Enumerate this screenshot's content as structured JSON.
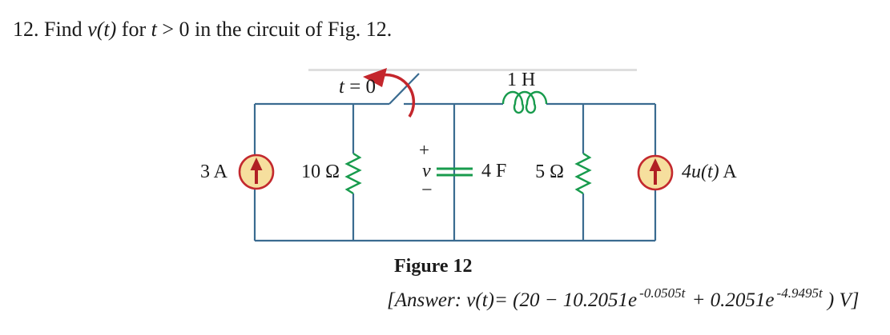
{
  "title": {
    "part1": "12. Find ",
    "math1": "v(t)",
    "part2": " for ",
    "math2": "t",
    "part3": " > 0 in the circuit of Fig. 12."
  },
  "circuit": {
    "colors": {
      "wire": "#3A6B90",
      "component": "#189B4D",
      "source_fill": "#F6DF9E",
      "source_border": "#C3292E",
      "arrow": "#B01F24",
      "switch_arrow": "#C4262C",
      "artifact": "#DEDEDE"
    },
    "labels": {
      "source_left": "3 A",
      "resistor_left": "10 Ω",
      "switch_var": "t",
      "switch_rest": " = 0",
      "cap_plus": "+",
      "cap_v": "v",
      "cap_minus": "−",
      "capacitor": "4 F",
      "inductor": "1 H",
      "resistor_right": "5 Ω",
      "source_right_math": "4u(t)",
      "source_right_unit": " A"
    }
  },
  "caption": "Figure 12",
  "answer": {
    "lead": "[Answer: v(t)= (20 − 10.2051e",
    "sup1": "-0.0505t",
    "mid": " + 0.2051e",
    "sup2": "-4.9495t",
    "tail": " ) V]"
  }
}
